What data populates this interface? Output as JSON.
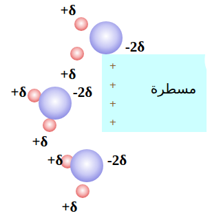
{
  "diagram": {
    "nodes": [
      {
        "text": [
          "+",
          "+",
          "+",
          "+",
          "مسطرة"
        ]
      }
    ],
    "labels": [
      "+δ",
      "-2δ",
      "+δ",
      "+δ",
      "-2δ",
      "+δ",
      "+δ",
      "-2δ",
      "+δ"
    ]
  }
}
